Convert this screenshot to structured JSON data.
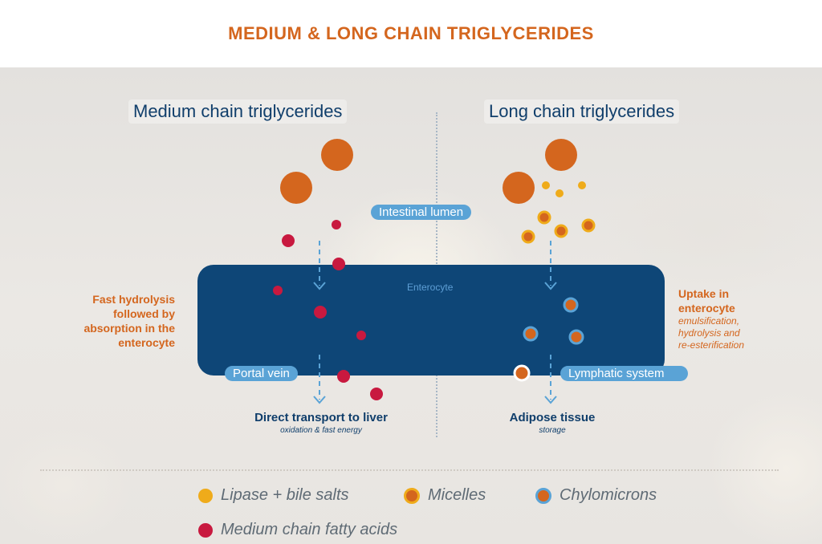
{
  "title": "MEDIUM & LONG CHAIN TRIGLYCERIDES",
  "left_title": "Medium chain triglycerides",
  "right_title": "Long chain triglycerides",
  "labels": {
    "intestinal_lumen": "Intestinal lumen",
    "enterocyte": "Enterocyte",
    "portal_vein": "Portal vein",
    "lymphatic_system": "Lymphatic system"
  },
  "left_side_note": [
    "Fast hydrolysis",
    "followed by",
    "absorption in the",
    "enterocyte"
  ],
  "right_side_note": {
    "main": [
      "Uptake in",
      "enterocyte"
    ],
    "sub": [
      "emulsification,",
      "hydrolysis and",
      "re-esterification"
    ]
  },
  "outcomes": {
    "left_main": "Direct transport to liver",
    "left_sub": "oxidation & fast energy",
    "right_main": "Adipose tissue",
    "right_sub": "storage"
  },
  "legend": [
    {
      "label": "Lipase + bile salts",
      "icon": "lipase-dot"
    },
    {
      "label": "Micelles",
      "icon": "micelle-dot"
    },
    {
      "label": "Chylomicrons",
      "icon": "chylomicron-dot"
    },
    {
      "label": "Medium chain fatty acids",
      "icon": "fatty-acid-dot"
    }
  ],
  "colors": {
    "orange": "#d4661e",
    "yellow": "#efab1a",
    "crimson": "#c8193f",
    "navy": "#0e4677",
    "light_blue": "#5aa3d6",
    "title_blue": "#103e6b"
  }
}
